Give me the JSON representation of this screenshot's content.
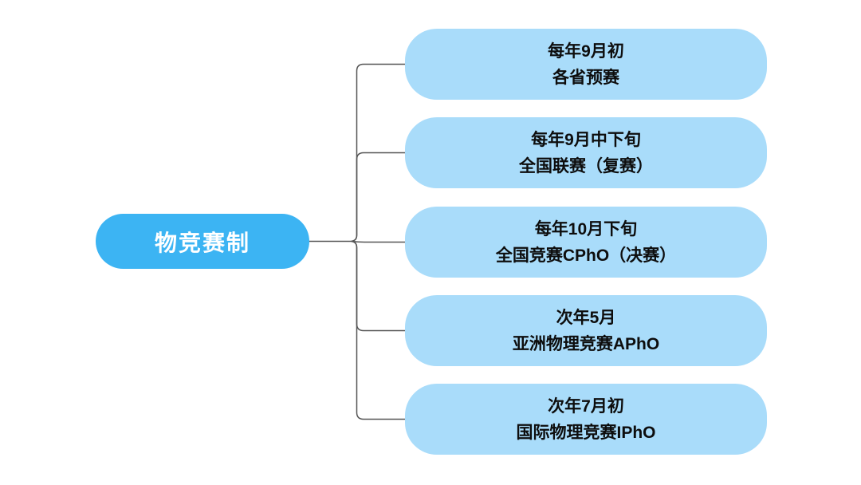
{
  "root": {
    "label": "物竞赛制"
  },
  "branches": [
    {
      "time": "每年9月初",
      "title": "各省预赛"
    },
    {
      "time": "每年9月中下旬",
      "title": "全国联赛（复赛）"
    },
    {
      "time": "每年10月下旬",
      "title": "全国竞赛CPhO（决赛）"
    },
    {
      "time": "次年5月",
      "title": "亚洲物理竞赛APhO"
    },
    {
      "time": "次年7月初",
      "title": "国际物理竞赛IPhO"
    }
  ],
  "colors": {
    "background": "#ffffff",
    "root_fill": "#3cb4f3",
    "root_text": "#ffffff",
    "branch_fill": "#a9dcfa",
    "branch_text": "#0d0d0d",
    "connector": "#555555"
  }
}
